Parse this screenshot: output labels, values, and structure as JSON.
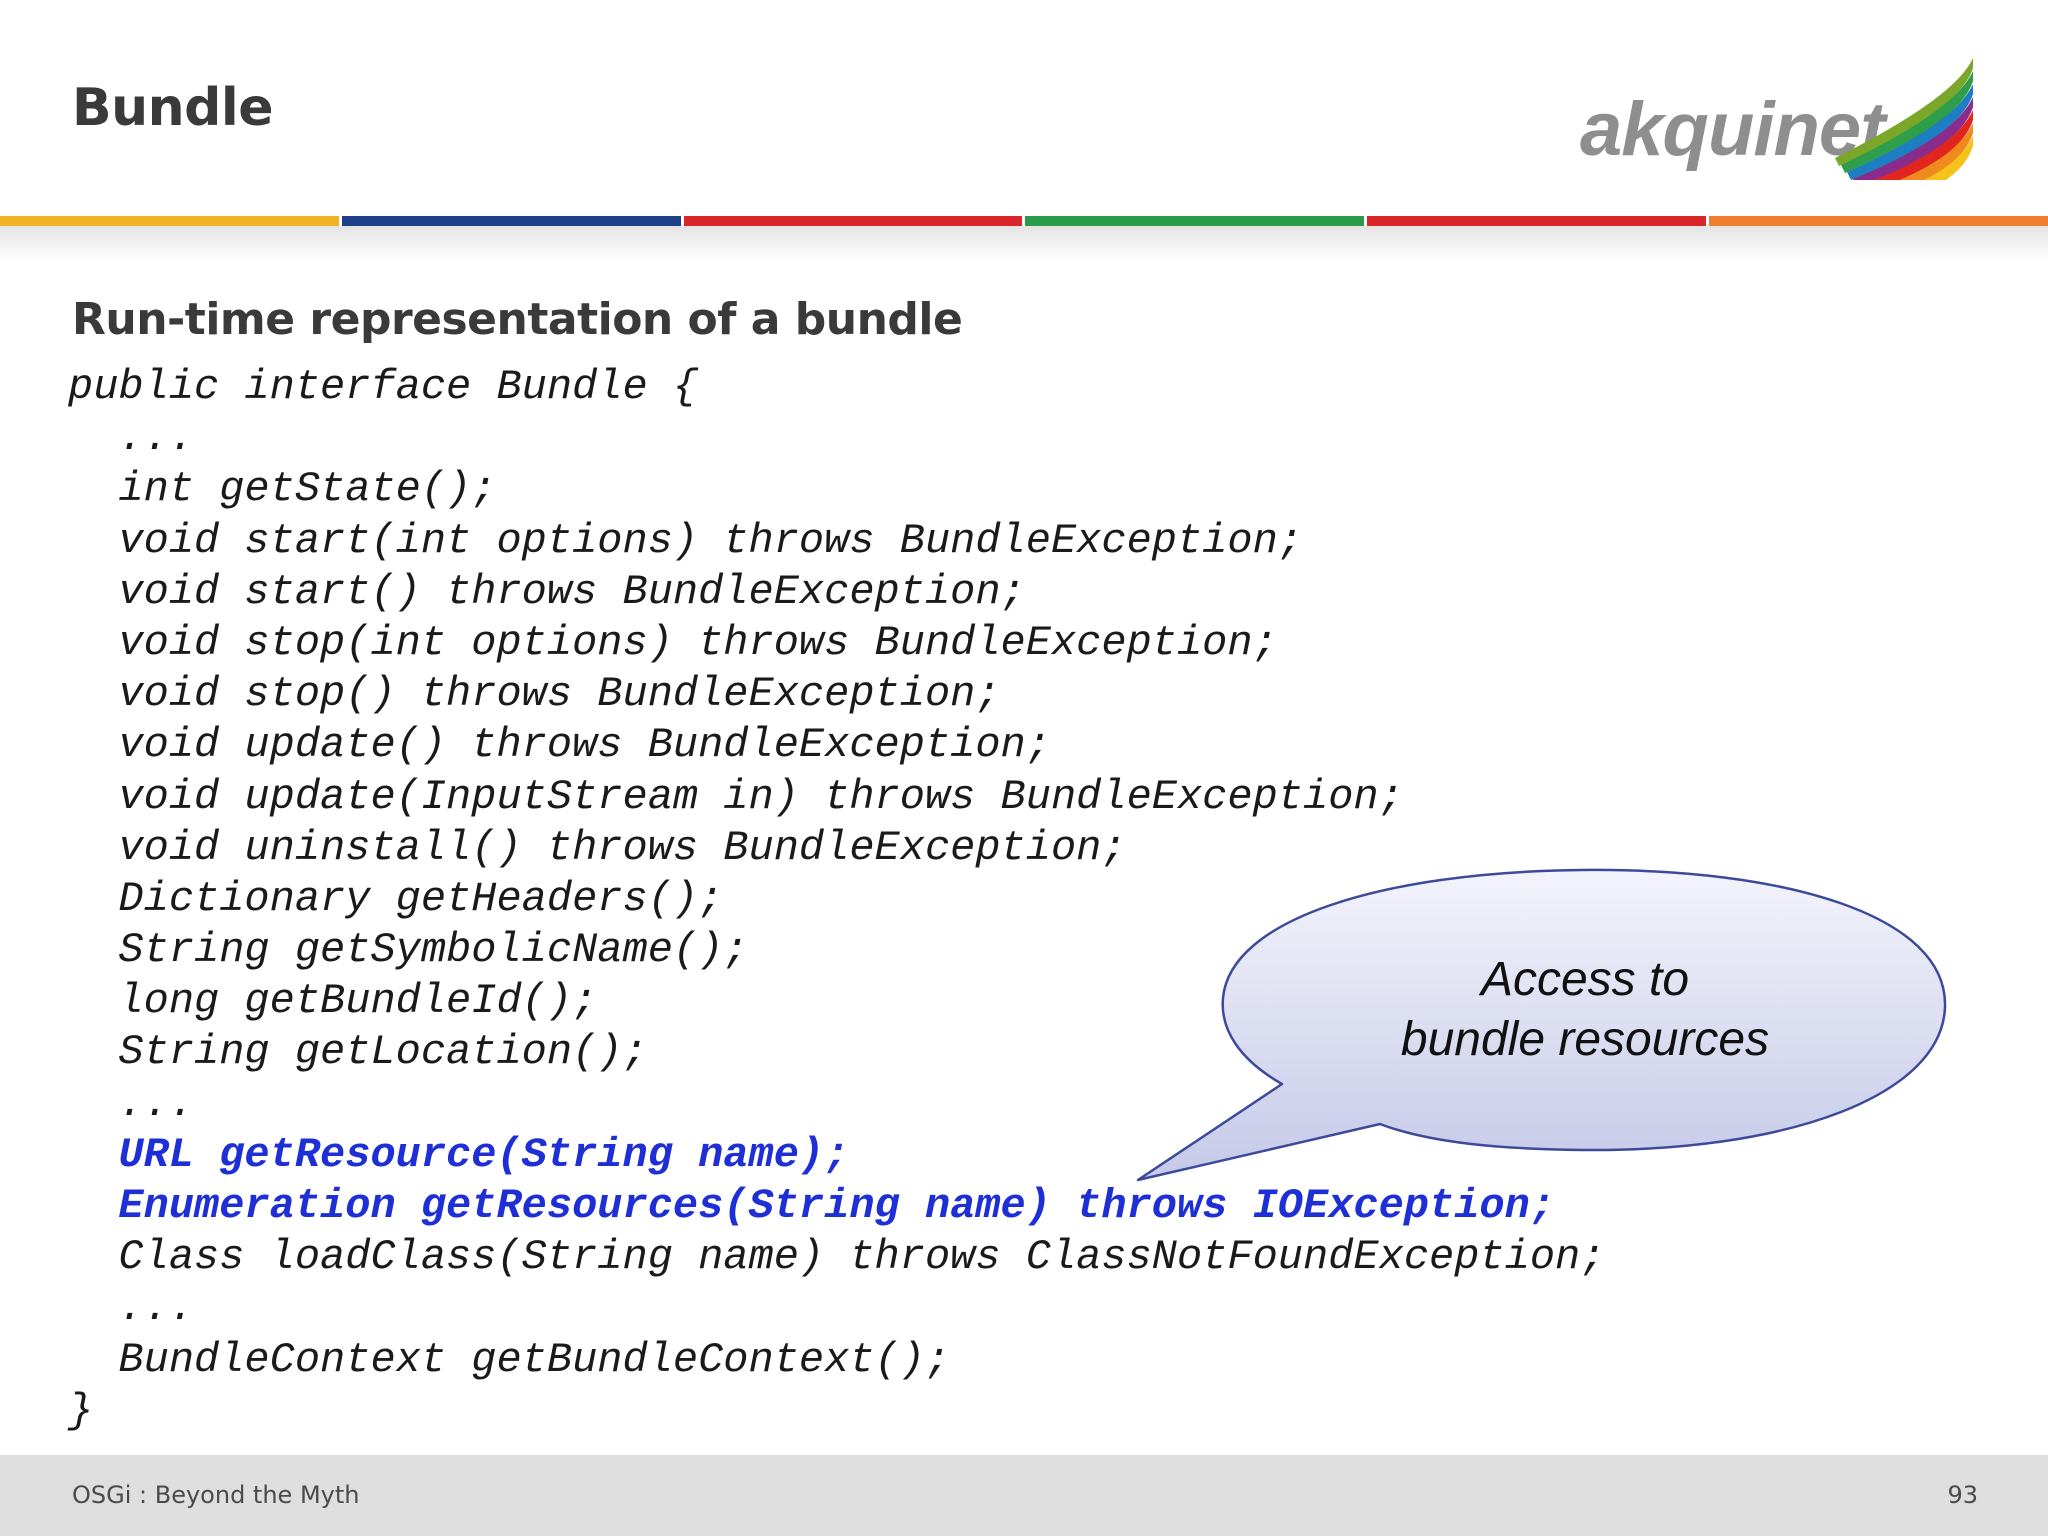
{
  "slide": {
    "title": "Bundle",
    "subtitle": "Run-time representation of a bundle"
  },
  "logo": {
    "text": "akquinet",
    "icon": "rainbow-swoosh-icon",
    "swoosh_colors": [
      "#7aa62a",
      "#2f9e4a",
      "#1d7fc2",
      "#8a2c8c",
      "#e2261d",
      "#f08a1c",
      "#f5c21a"
    ]
  },
  "stripe_colors": [
    "#f0b325",
    "#1c3f85",
    "#d9262a",
    "#2a9b48",
    "#d9262a",
    "#ef7d2f"
  ],
  "code": {
    "lines": [
      {
        "text": "public interface Bundle {",
        "highlight": false
      },
      {
        "text": "  ...",
        "highlight": false
      },
      {
        "text": "  int getState();",
        "highlight": false
      },
      {
        "text": "  void start(int options) throws BundleException;",
        "highlight": false
      },
      {
        "text": "  void start() throws BundleException;",
        "highlight": false
      },
      {
        "text": "  void stop(int options) throws BundleException;",
        "highlight": false
      },
      {
        "text": "  void stop() throws BundleException;",
        "highlight": false
      },
      {
        "text": "  void update() throws BundleException;",
        "highlight": false
      },
      {
        "text": "  void update(InputStream in) throws BundleException;",
        "highlight": false
      },
      {
        "text": "  void uninstall() throws BundleException;",
        "highlight": false
      },
      {
        "text": "  Dictionary getHeaders();",
        "highlight": false
      },
      {
        "text": "  String getSymbolicName();",
        "highlight": false
      },
      {
        "text": "  long getBundleId();",
        "highlight": false
      },
      {
        "text": "  String getLocation();",
        "highlight": false
      },
      {
        "text": "  ...",
        "highlight": false
      },
      {
        "text": "  URL getResource(String name);",
        "highlight": true
      },
      {
        "text": "  Enumeration getResources(String name) throws IOException;",
        "highlight": true
      },
      {
        "text": "  Class loadClass(String name) throws ClassNotFoundException;",
        "highlight": false
      },
      {
        "text": "  ...",
        "highlight": false
      },
      {
        "text": "  BundleContext getBundleContext();",
        "highlight": false
      },
      {
        "text": "}",
        "highlight": false
      }
    ],
    "highlight_color": "#1f2fd6"
  },
  "callout": {
    "line1": "Access to",
    "line2": "bundle resources"
  },
  "footer": {
    "label": "OSGi : Beyond the Myth",
    "page_number": "93"
  }
}
